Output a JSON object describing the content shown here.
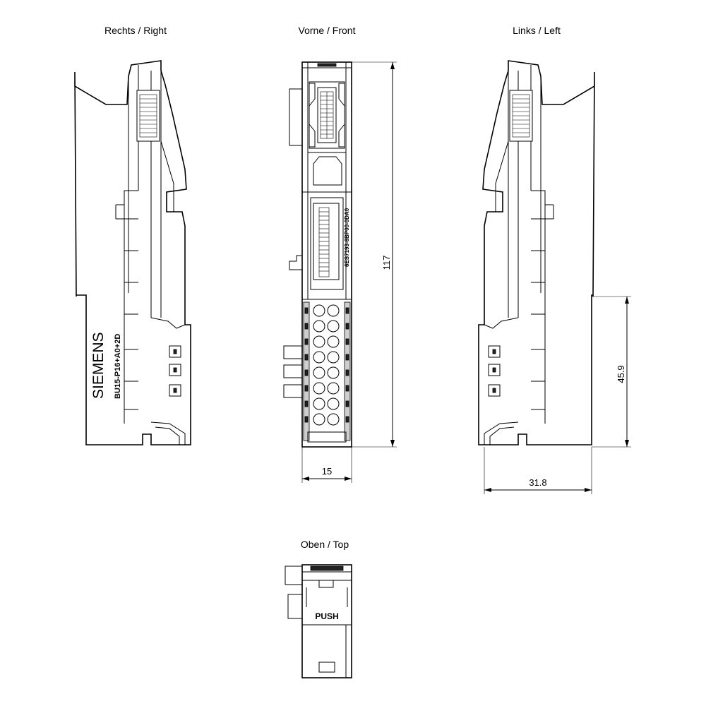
{
  "views": {
    "right": "Rechts / Right",
    "front": "Vorne / Front",
    "left": "Links / Left",
    "top": "Oben / Top"
  },
  "dimensions": {
    "height": "117",
    "width_front": "15",
    "terminal_height": "45.9",
    "depth": "31.8"
  },
  "labels": {
    "brand": "SIEMENS",
    "model": "BU15-P16+A0+2D",
    "order_number": "6ES7193-6BP00-0DA0",
    "push": "PUSH"
  }
}
